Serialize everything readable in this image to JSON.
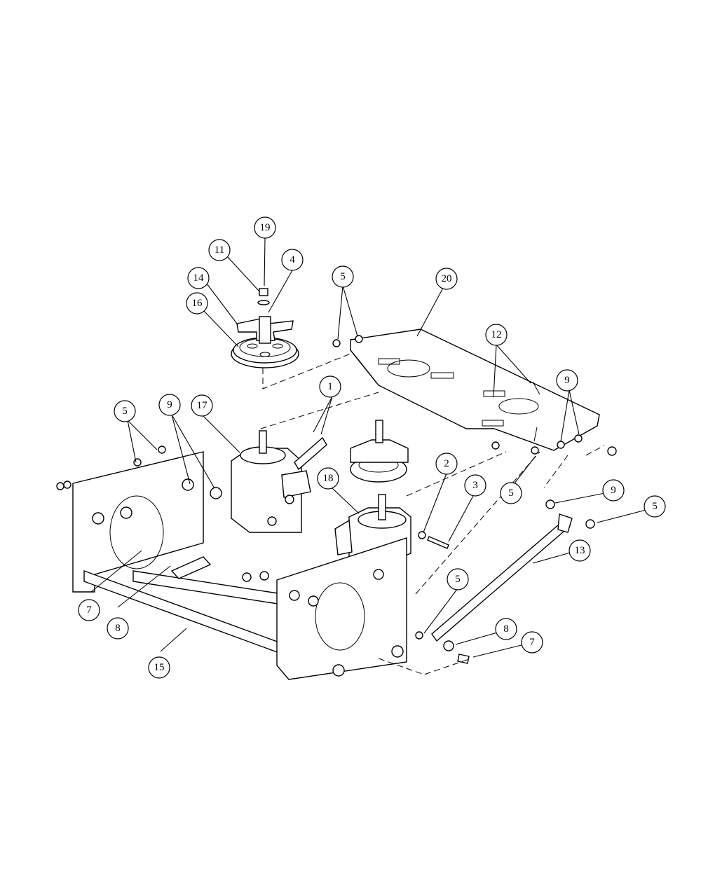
{
  "callouts": [
    {
      "label": "19"
    },
    {
      "label": "11"
    },
    {
      "label": "4"
    },
    {
      "label": "14"
    },
    {
      "label": "16"
    },
    {
      "label": "5"
    },
    {
      "label": "20"
    },
    {
      "label": "12"
    },
    {
      "label": "9"
    },
    {
      "label": "1"
    },
    {
      "label": "5"
    },
    {
      "label": "9"
    },
    {
      "label": "17"
    },
    {
      "label": "18"
    },
    {
      "label": "2"
    },
    {
      "label": "3"
    },
    {
      "label": "5"
    },
    {
      "label": "9"
    },
    {
      "label": "5"
    },
    {
      "label": "13"
    },
    {
      "label": "5"
    },
    {
      "label": "8"
    },
    {
      "label": "7"
    },
    {
      "label": "7"
    },
    {
      "label": "8"
    },
    {
      "label": "15"
    }
  ],
  "colors": {
    "line": "#000000",
    "background": "#ffffff"
  }
}
